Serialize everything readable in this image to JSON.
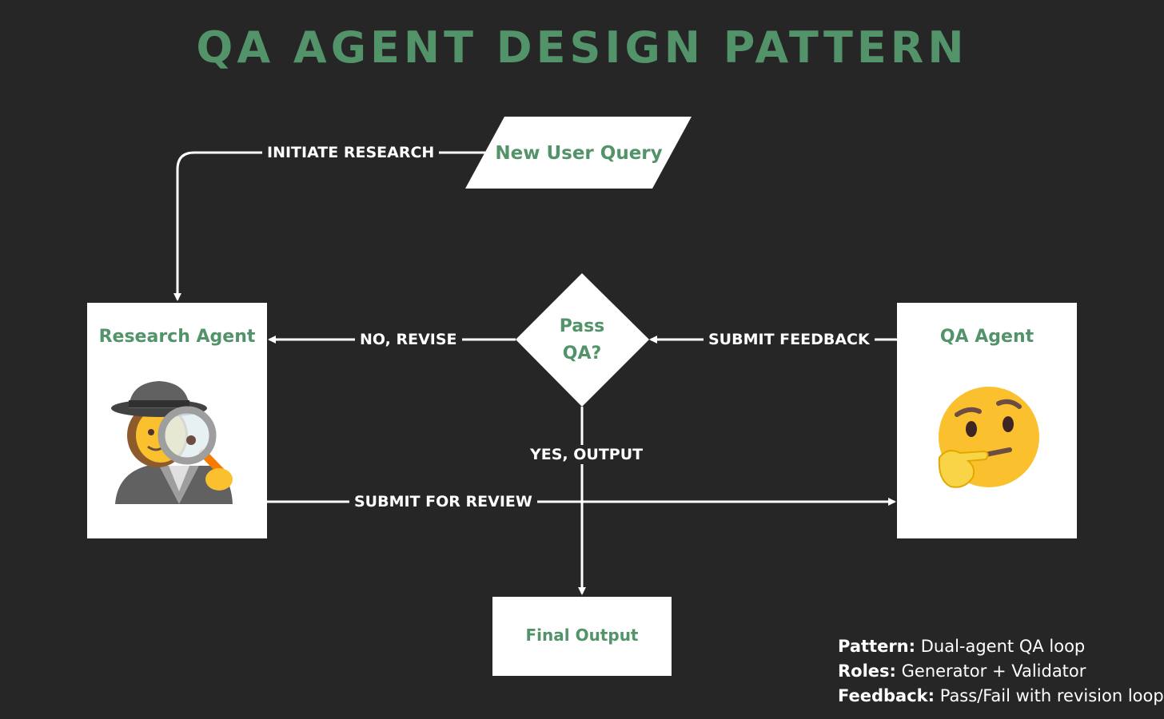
{
  "title": "QA AGENT DESIGN PATTERN",
  "nodes": {
    "user_query": "New User Query",
    "decision": [
      "Pass",
      "QA?"
    ],
    "research_agent": "Research Agent",
    "qa_agent": "QA Agent",
    "final_output": "Final Output"
  },
  "edges": {
    "initiate": "INITIATE RESEARCH",
    "no_revise": "NO, REVISE",
    "submit_feedback": "SUBMIT FEEDBACK",
    "yes_output": "YES, OUTPUT",
    "submit_review": "SUBMIT FOR REVIEW"
  },
  "notes": [
    {
      "key": "Pattern:",
      "value": "Dual-agent QA loop"
    },
    {
      "key": "Roles:",
      "value": "Generator + Validator"
    },
    {
      "key": "Feedback:",
      "value": "Pass/Fail with revision loop"
    }
  ],
  "icons": {
    "research_agent": "detective-with-magnifier-icon",
    "qa_agent": "thinking-face-icon"
  },
  "colors": {
    "background": "#262626",
    "accent_green": "#52936a",
    "white": "#ffffff"
  }
}
